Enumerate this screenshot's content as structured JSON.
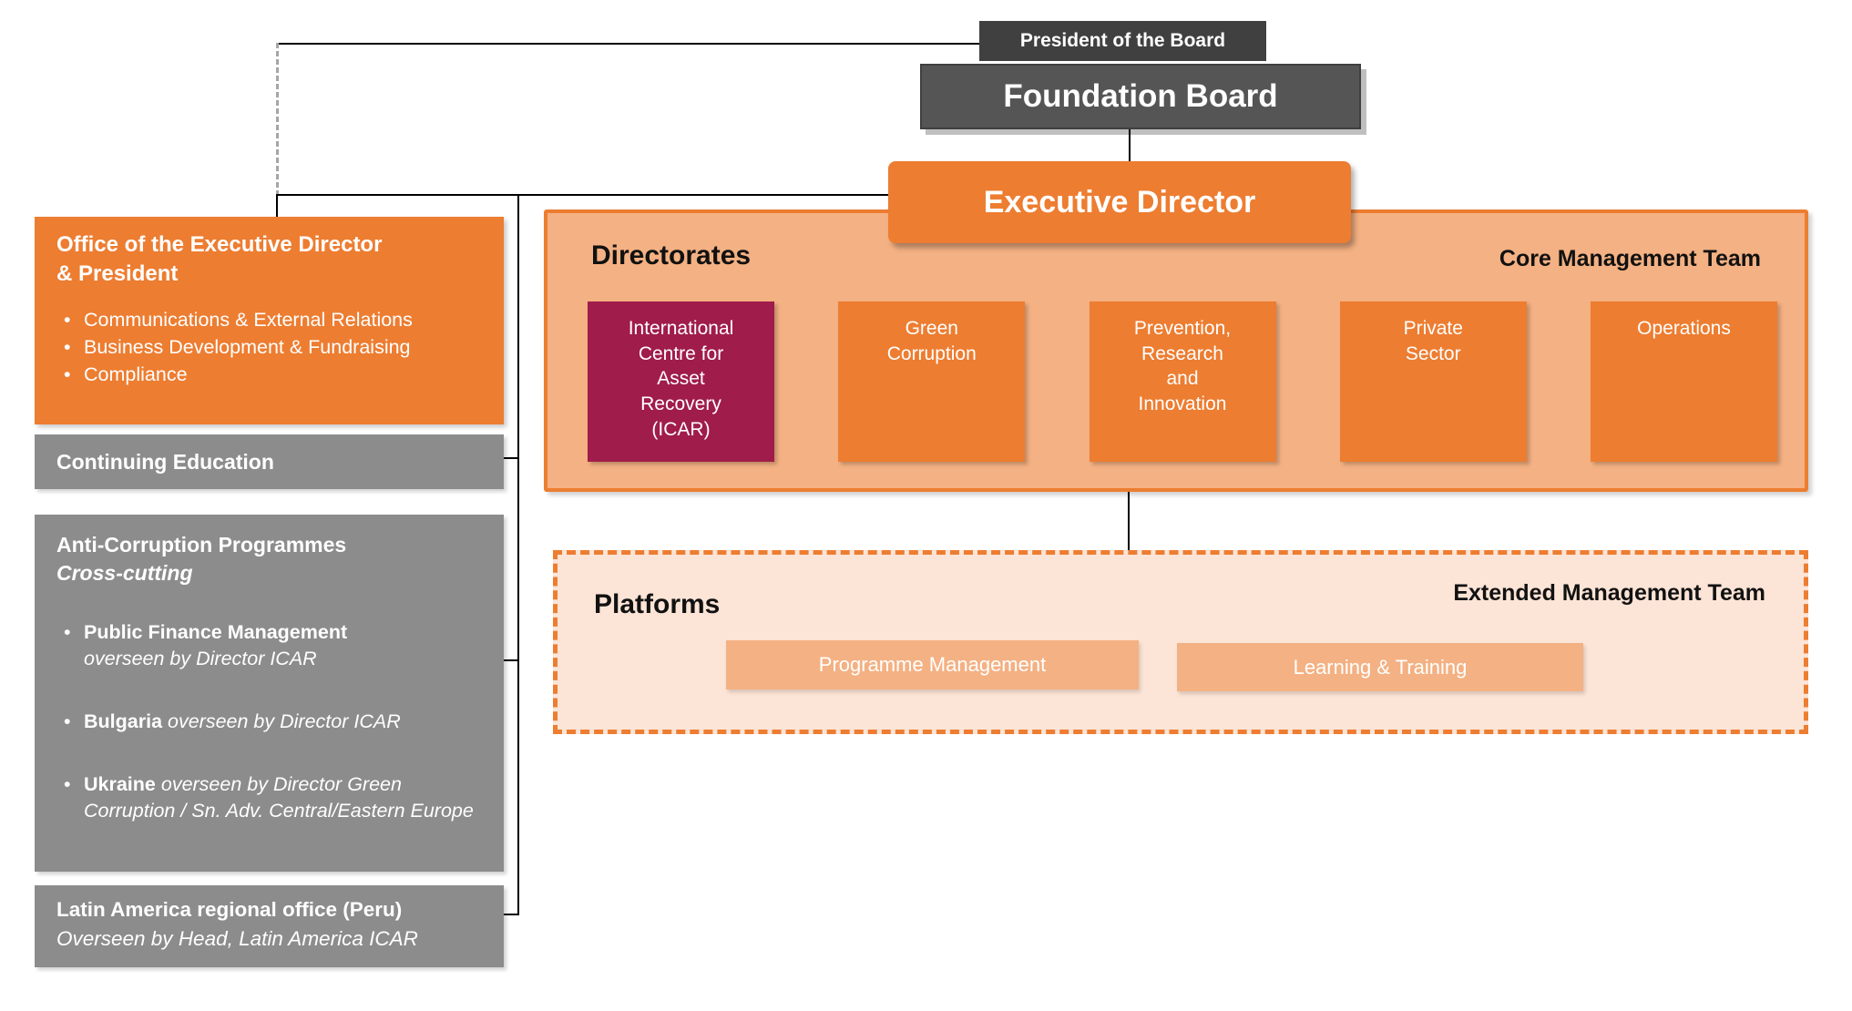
{
  "ui": {
    "bullet": "•"
  },
  "colors": {
    "orange": "#ED7D31",
    "orange_light": "#F4B183",
    "orange_pale": "#FCE4D6",
    "maroon": "#A01C4A",
    "gray_box": "#8C8C8C",
    "president_box": "#404040",
    "board_box": "#555555",
    "line_black": "#000000",
    "line_gray_dashed": "#A6A6A6"
  },
  "top": {
    "president": "President of the Board",
    "foundation_board": "Foundation Board",
    "executive_director": "Executive Director"
  },
  "office": {
    "title_lines": [
      "Office of the Executive Director",
      "& President"
    ],
    "bullets": [
      "Communications & External Relations",
      "Business Development & Fundraising",
      "Compliance"
    ]
  },
  "continuing_education": {
    "label": "Continuing Education"
  },
  "anti_corruption": {
    "title": "Anti-Corruption Programmes",
    "subtitle": "Cross-cutting",
    "items": [
      {
        "name": "Public Finance Management",
        "detail": "overseen by Director ICAR"
      },
      {
        "name": "Bulgaria",
        "detail": "overseen by Director ICAR"
      },
      {
        "name": "Ukraine",
        "detail": "overseen by Director Green Corruption / Sn. Adv. Central/Eastern Europe"
      }
    ]
  },
  "latin_america": {
    "title": "Latin America regional office (Peru)",
    "subtitle": "Overseen by Head, Latin America ICAR"
  },
  "directorates": {
    "heading": "Directorates",
    "team_label": "Core Management Team",
    "boxes": [
      {
        "lines": [
          "International",
          "Centre for",
          "Asset",
          "Recovery",
          "(ICAR)"
        ],
        "color": "#A01C4A"
      },
      {
        "lines": [
          "Green",
          "Corruption"
        ],
        "color": "#ED7D31"
      },
      {
        "lines": [
          "Prevention,",
          "Research",
          "and",
          "Innovation"
        ],
        "color": "#ED7D31"
      },
      {
        "lines": [
          "Private",
          "Sector"
        ],
        "color": "#ED7D31"
      },
      {
        "lines": [
          "Operations"
        ],
        "color": "#ED7D31"
      }
    ]
  },
  "platforms": {
    "heading": "Platforms",
    "team_label": "Extended Management Team",
    "boxes": [
      {
        "label": "Programme Management"
      },
      {
        "label": "Learning & Training"
      }
    ]
  }
}
